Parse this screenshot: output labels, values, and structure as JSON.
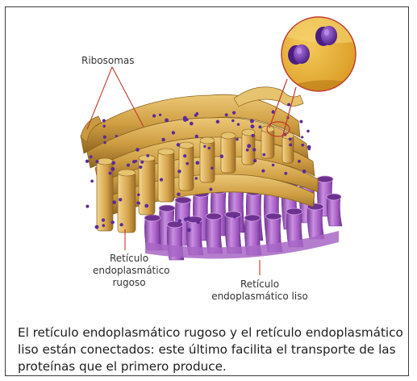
{
  "labels": {
    "ribosomes": "Ribosomas",
    "rough_er": [
      "Retículo",
      "endoplasmático",
      "rugoso"
    ],
    "smooth_er": [
      "Retículo",
      "endoplasmático liso"
    ]
  },
  "caption": {
    "lines": [
      "El retículo endoplasmático rugoso y el retículo endoplasmático",
      "liso están conectados: este último facilita el transporte de las",
      "proteínas que el primero produce."
    ]
  },
  "colors": {
    "rough_er_fill": "#c99a3f",
    "rough_er_light": "#e6c36e",
    "rough_er_shadow": "#8a6420",
    "smooth_er_fill": "#a866c6",
    "smooth_er_light": "#d3a3e6",
    "smooth_er_shadow": "#6d3290",
    "ribosome": "#5b2a9a",
    "pointer_line": "#c0392b",
    "zoom_background": "#e8b33a"
  }
}
